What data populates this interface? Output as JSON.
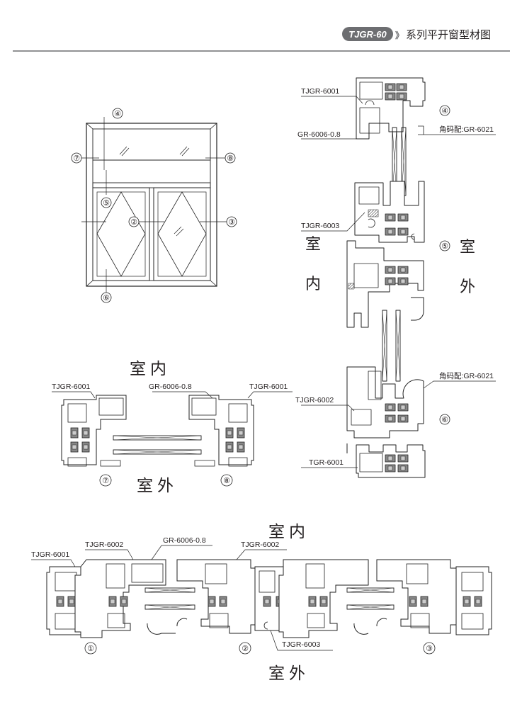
{
  "header": {
    "badge": "TJGR-60",
    "arrows": "》",
    "title": "系列平开窗型材图"
  },
  "elevation": {
    "markers": [
      "④",
      "⑤",
      "②",
      "③",
      "⑥",
      "⑦",
      "⑧"
    ]
  },
  "vertical_section": {
    "labels": {
      "tjgr6001": "TJGR-6001",
      "gr6006": "GR-6006-0.8",
      "corner_top": "角码配:GR-6021",
      "tjgr6003": "TJGR-6003",
      "corner_bottom": "角码配:GR-6021",
      "tjgr6002": "TJGR-6002",
      "tgr6001": "TGR-6001"
    },
    "markers": {
      "m4": "④",
      "m5": "⑤",
      "m6": "⑥"
    },
    "indoor": [
      "室",
      "内"
    ],
    "outdoor": [
      "室",
      "外"
    ]
  },
  "side_section": {
    "indoor": "室内",
    "outdoor": "室外",
    "labels": {
      "left": "TJGR-6001",
      "mid": "GR-6006-0.8",
      "right": "TJGR-6001"
    },
    "markers": {
      "m7": "⑦",
      "m8": "⑧"
    }
  },
  "bottom_section": {
    "indoor": "室内",
    "outdoor": "室外",
    "labels": {
      "tjgr6001": "TJGR-6001",
      "tjgr6002a": "TJGR-6002",
      "gr6006": "GR-6006-0.8",
      "tjgr6002b": "TJGR-6002",
      "tjgr6003": "TJGR-6003"
    },
    "markers": {
      "m1": "①",
      "m2": "②",
      "m3": "③"
    }
  }
}
